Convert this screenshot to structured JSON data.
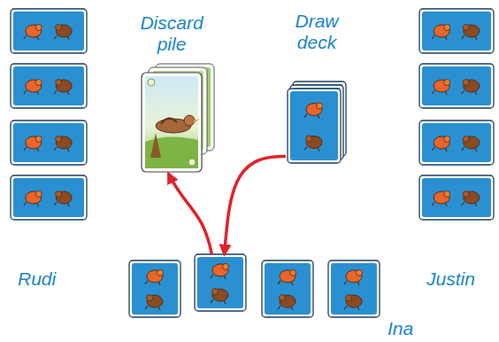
{
  "diagram": {
    "nodes": [
      {
        "text": [
          "Discard pile"
        ]
      },
      {
        "text": [
          "Draw deck"
        ]
      },
      {
        "text": [
          "Rudi"
        ]
      },
      {
        "text": [
          "Justin"
        ]
      },
      {
        "text": [
          "Ina"
        ]
      }
    ],
    "edges": [
      {
        "from": 1,
        "to": 4,
        "arrow": "to"
      },
      {
        "from": 4,
        "to": 0,
        "arrow": "to"
      }
    ]
  }
}
